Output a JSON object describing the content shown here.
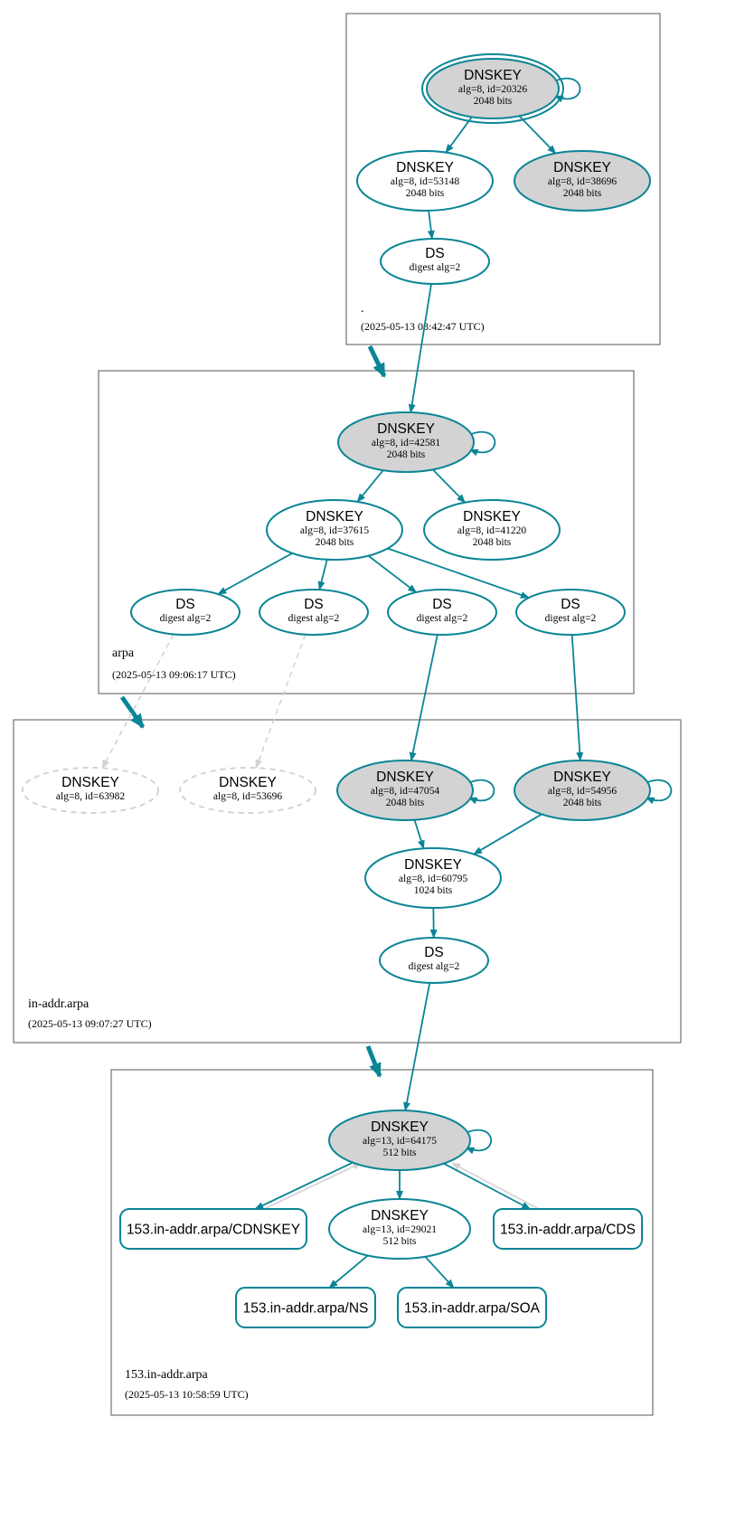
{
  "colors": {
    "edge": "#0a8596",
    "node_stroke": "#0a8596",
    "sep_fill": "#d3d3d3",
    "dashed": "#d3d3d3",
    "zone_border": "#555555"
  },
  "zones": [
    {
      "id": "root",
      "name": ".",
      "timestamp": "(2025-05-13 08:42:47 UTC)"
    },
    {
      "id": "arpa",
      "name": "arpa",
      "timestamp": "(2025-05-13 09:06:17 UTC)"
    },
    {
      "id": "inaddr",
      "name": "in-addr.arpa",
      "timestamp": "(2025-05-13 09:07:27 UTC)"
    },
    {
      "id": "z153",
      "name": "153.in-addr.arpa",
      "timestamp": "(2025-05-13 10:58:59 UTC)"
    }
  ],
  "nodes": [
    {
      "id": "r_ksk",
      "type": "DNSKEY",
      "label": "DNSKEY",
      "lines": [
        "alg=8, id=20326",
        "2048 bits"
      ],
      "style": "sep-trust-anchor",
      "self_loop": true
    },
    {
      "id": "r_53148",
      "type": "DNSKEY",
      "label": "DNSKEY",
      "lines": [
        "alg=8, id=53148",
        "2048 bits"
      ],
      "style": "normal"
    },
    {
      "id": "r_38696",
      "type": "DNSKEY",
      "label": "DNSKEY",
      "lines": [
        "alg=8, id=38696",
        "2048 bits"
      ],
      "style": "sep"
    },
    {
      "id": "r_ds",
      "type": "DS",
      "label": "DS",
      "lines": [
        "digest alg=2"
      ],
      "style": "normal"
    },
    {
      "id": "a_42581",
      "type": "DNSKEY",
      "label": "DNSKEY",
      "lines": [
        "alg=8, id=42581",
        "2048 bits"
      ],
      "style": "sep",
      "self_loop": true
    },
    {
      "id": "a_37615",
      "type": "DNSKEY",
      "label": "DNSKEY",
      "lines": [
        "alg=8, id=37615",
        "2048 bits"
      ],
      "style": "normal"
    },
    {
      "id": "a_41220",
      "type": "DNSKEY",
      "label": "DNSKEY",
      "lines": [
        "alg=8, id=41220",
        "2048 bits"
      ],
      "style": "normal"
    },
    {
      "id": "a_ds1",
      "type": "DS",
      "label": "DS",
      "lines": [
        "digest alg=2"
      ],
      "style": "normal"
    },
    {
      "id": "a_ds2",
      "type": "DS",
      "label": "DS",
      "lines": [
        "digest alg=2"
      ],
      "style": "normal"
    },
    {
      "id": "a_ds3",
      "type": "DS",
      "label": "DS",
      "lines": [
        "digest alg=2"
      ],
      "style": "normal"
    },
    {
      "id": "a_ds4",
      "type": "DS",
      "label": "DS",
      "lines": [
        "digest alg=2"
      ],
      "style": "normal"
    },
    {
      "id": "i_63982",
      "type": "DNSKEY",
      "label": "DNSKEY",
      "lines": [
        "alg=8, id=63982"
      ],
      "style": "missing"
    },
    {
      "id": "i_53696",
      "type": "DNSKEY",
      "label": "DNSKEY",
      "lines": [
        "alg=8, id=53696"
      ],
      "style": "missing"
    },
    {
      "id": "i_47054",
      "type": "DNSKEY",
      "label": "DNSKEY",
      "lines": [
        "alg=8, id=47054",
        "2048 bits"
      ],
      "style": "sep",
      "self_loop": true
    },
    {
      "id": "i_54956",
      "type": "DNSKEY",
      "label": "DNSKEY",
      "lines": [
        "alg=8, id=54956",
        "2048 bits"
      ],
      "style": "sep",
      "self_loop": true
    },
    {
      "id": "i_60795",
      "type": "DNSKEY",
      "label": "DNSKEY",
      "lines": [
        "alg=8, id=60795",
        "1024 bits"
      ],
      "style": "normal"
    },
    {
      "id": "i_ds",
      "type": "DS",
      "label": "DS",
      "lines": [
        "digest alg=2"
      ],
      "style": "normal"
    },
    {
      "id": "z_64175",
      "type": "DNSKEY",
      "label": "DNSKEY",
      "lines": [
        "alg=13, id=64175",
        "512 bits"
      ],
      "style": "sep",
      "self_loop": true
    },
    {
      "id": "z_29021",
      "type": "DNSKEY",
      "label": "DNSKEY",
      "lines": [
        "alg=13, id=29021",
        "512 bits"
      ],
      "style": "normal"
    },
    {
      "id": "z_cdnskey",
      "type": "RRset",
      "label": "153.in-addr.arpa/CDNSKEY",
      "lines": [],
      "style": "rrset"
    },
    {
      "id": "z_cds",
      "type": "RRset",
      "label": "153.in-addr.arpa/CDS",
      "lines": [],
      "style": "rrset"
    },
    {
      "id": "z_ns",
      "type": "RRset",
      "label": "153.in-addr.arpa/NS",
      "lines": [],
      "style": "rrset"
    },
    {
      "id": "z_soa",
      "type": "RRset",
      "label": "153.in-addr.arpa/SOA",
      "lines": [],
      "style": "rrset"
    }
  ],
  "edges": [
    {
      "from": "r_ksk",
      "to": "r_53148",
      "style": "solid"
    },
    {
      "from": "r_ksk",
      "to": "r_38696",
      "style": "solid"
    },
    {
      "from": "r_53148",
      "to": "r_ds",
      "style": "solid"
    },
    {
      "from": "r_ds",
      "to": "a_42581",
      "style": "solid"
    },
    {
      "from": "a_42581",
      "to": "a_37615",
      "style": "solid"
    },
    {
      "from": "a_42581",
      "to": "a_41220",
      "style": "solid"
    },
    {
      "from": "a_37615",
      "to": "a_ds1",
      "style": "solid"
    },
    {
      "from": "a_37615",
      "to": "a_ds2",
      "style": "solid"
    },
    {
      "from": "a_37615",
      "to": "a_ds3",
      "style": "solid"
    },
    {
      "from": "a_37615",
      "to": "a_ds4",
      "style": "solid"
    },
    {
      "from": "a_ds1",
      "to": "i_63982",
      "style": "dashed"
    },
    {
      "from": "a_ds2",
      "to": "i_53696",
      "style": "dashed"
    },
    {
      "from": "a_ds3",
      "to": "i_47054",
      "style": "solid"
    },
    {
      "from": "a_ds4",
      "to": "i_54956",
      "style": "solid"
    },
    {
      "from": "i_47054",
      "to": "i_60795",
      "style": "solid"
    },
    {
      "from": "i_54956",
      "to": "i_60795",
      "style": "solid"
    },
    {
      "from": "i_60795",
      "to": "i_ds",
      "style": "solid"
    },
    {
      "from": "i_ds",
      "to": "z_64175",
      "style": "solid"
    },
    {
      "from": "z_64175",
      "to": "z_29021",
      "style": "solid"
    },
    {
      "from": "z_64175",
      "to": "z_cdnskey",
      "style": "solid"
    },
    {
      "from": "z_64175",
      "to": "z_cds",
      "style": "solid"
    },
    {
      "from": "z_cdnskey",
      "to": "z_64175",
      "style": "gray"
    },
    {
      "from": "z_cds",
      "to": "z_64175",
      "style": "gray"
    },
    {
      "from": "z_29021",
      "to": "z_ns",
      "style": "solid"
    },
    {
      "from": "z_29021",
      "to": "z_soa",
      "style": "solid"
    }
  ],
  "delegations": [
    {
      "from": "root",
      "to": "arpa"
    },
    {
      "from": "arpa",
      "to": "inaddr"
    },
    {
      "from": "inaddr",
      "to": "z153"
    }
  ]
}
